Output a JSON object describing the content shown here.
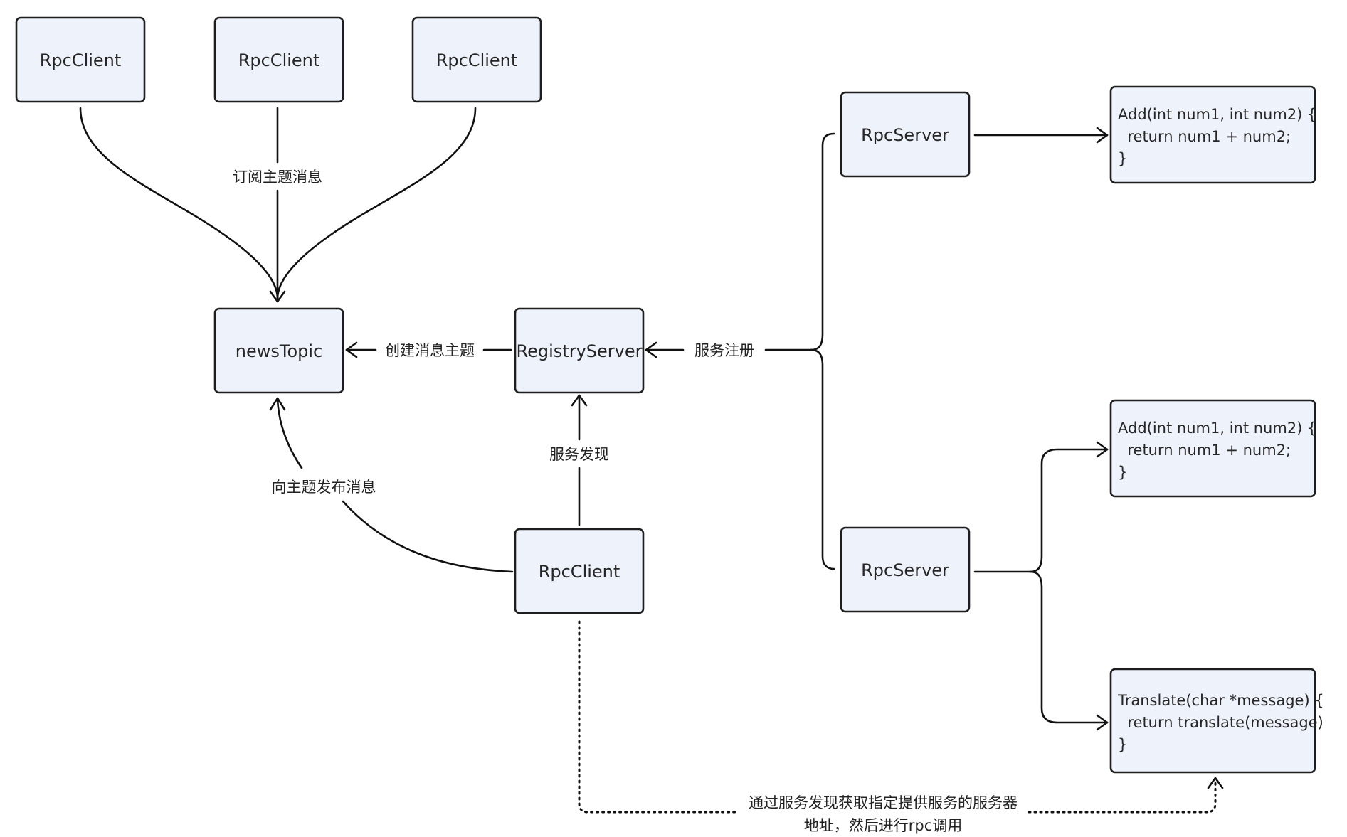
{
  "nodes": {
    "client_1": "RpcClient",
    "client_2": "RpcClient",
    "client_3": "RpcClient",
    "news_topic": "newsTopic",
    "registry_server": "RegistryServer",
    "client_bottom": "RpcClient",
    "server_top": "RpcServer",
    "server_bottom": "RpcServer"
  },
  "code_boxes": {
    "add_top": [
      "Add(int num1, int num2) {",
      "  return num1 + num2;",
      "}"
    ],
    "add_bottom": [
      "Add(int num1, int num2) {",
      "  return num1 + num2;",
      "}"
    ],
    "translate": [
      "Translate(char *message) {",
      "  return translate(message)",
      "}"
    ]
  },
  "edge_labels": {
    "subscribe": "订阅主题消息",
    "create_topic": "创建消息主题",
    "register": "服务注册",
    "discover": "服务发现",
    "publish": "向主题发布消息",
    "rpc_call_line1": "通过服务发现获取指定提供服务的服务器",
    "rpc_call_line2": "地址，然后进行rpc调用"
  },
  "colors": {
    "node_fill": "#eef2fb",
    "node_stroke": "#1e1e1e",
    "line": "#111111"
  }
}
